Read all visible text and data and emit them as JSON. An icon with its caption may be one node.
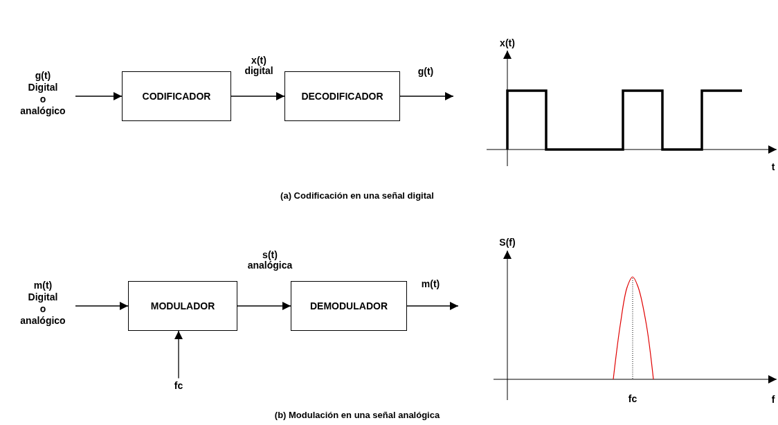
{
  "diagram": {
    "nodes": [
      {
        "text": [
          "g(t) Digital o analógico"
        ]
      },
      {
        "text": [
          "CODIFICADOR"
        ]
      },
      {
        "text": [
          "DECODIFICADOR"
        ]
      },
      {
        "text": [
          "m(t) Digital o analógico"
        ]
      },
      {
        "text": [
          "MODULADOR"
        ]
      },
      {
        "text": [
          "DEMODULADOR"
        ]
      },
      {
        "text": [
          "fc"
        ]
      }
    ],
    "edges": [
      {
        "from": 0,
        "to": 1,
        "arrow": "to"
      },
      {
        "from": 1,
        "to": 2,
        "arrow": "to",
        "label": "x(t) digital"
      },
      {
        "from": 2,
        "to": null,
        "arrow": "to",
        "label": "g(t)"
      },
      {
        "from": 3,
        "to": 4,
        "arrow": "to"
      },
      {
        "from": 4,
        "to": 5,
        "arrow": "to",
        "label": "s(t) analógica"
      },
      {
        "from": 5,
        "to": null,
        "arrow": "to",
        "label": "m(t)"
      },
      {
        "from": 6,
        "to": 4,
        "arrow": "to"
      }
    ],
    "labels": [
      "x(t)",
      "t",
      "(a) Codificación en una señal digital",
      "S(f)",
      "fc",
      "f",
      "(b) Modulación en una señal analógica"
    ]
  }
}
